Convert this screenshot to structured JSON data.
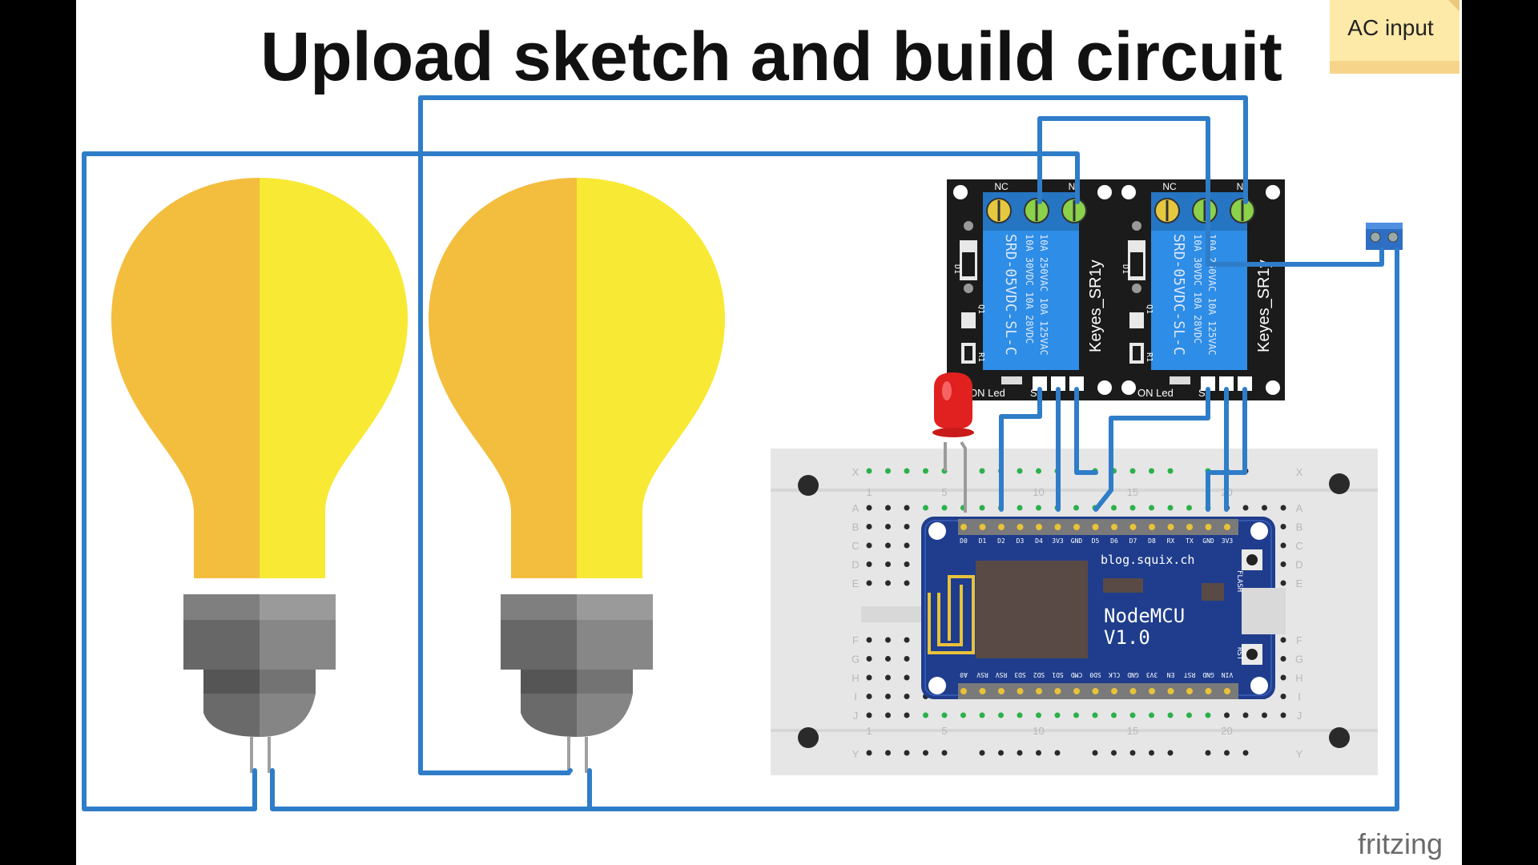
{
  "slide": {
    "title": "Upload sketch and build circuit",
    "sticky_note": "AC input",
    "watermark": "fritzing"
  },
  "colors": {
    "background": "#ffffff",
    "side_bars": "#000000",
    "wire": "#2f7dc8",
    "bulb_left": "#f3bd3e",
    "bulb_right": "#f8e934",
    "relay_board": "#1b1b1b",
    "relay_blue": "#2e8de6",
    "nodemcu": "#1f3d8c",
    "breadboard": "#e6e6e6",
    "sticky": "#fde9a8"
  },
  "components": {
    "relays": [
      {
        "pin_nc": "NC",
        "pin_no": "N",
        "model": "SRD-05VDC-SL-C",
        "rating_line1": "10A 250VAC 10A 125VAC",
        "rating_line2": "10A 30VDC 10A 28VDC",
        "brand": "Keyes_SR1y",
        "on_led": "ON Led",
        "signal": "S",
        "diode": "D1",
        "transistor": "Q1",
        "resistor": "R1"
      },
      {
        "pin_nc": "NC",
        "pin_no": "N",
        "model": "SRD-05VDC-SL-C",
        "rating_line1": "10A 250VAC 10A 125VAC",
        "rating_line2": "10A 30VDC 10A 28VDC",
        "brand": "Keyes_SR1y",
        "on_led": "ON Led",
        "signal": "S",
        "diode": "D1",
        "transistor": "Q1",
        "resistor": "R1"
      }
    ],
    "nodemcu": {
      "name": "NodeMCU",
      "version": "V1.0",
      "url": "blog.squix.ch",
      "flash": "FLASH",
      "rst": "RST",
      "top_pins": [
        "D0",
        "D1",
        "D2",
        "D3",
        "D4",
        "3V3",
        "GND",
        "D5",
        "D6",
        "D7",
        "D8",
        "RX",
        "TX",
        "GND",
        "3V3"
      ],
      "bottom_pins": [
        "A0",
        "RSV",
        "RSV",
        "SD3",
        "SD2",
        "SD1",
        "CMD",
        "SD0",
        "CLK",
        "GND",
        "3V3",
        "EN",
        "RST",
        "GND",
        "VIN"
      ]
    },
    "breadboard": {
      "row_letters_top": [
        "A",
        "B",
        "C",
        "D",
        "E"
      ],
      "row_letters_bottom": [
        "F",
        "G",
        "H",
        "I",
        "J"
      ],
      "rail_top": "X",
      "rail_bottom": "Y",
      "column_numbers": [
        "1",
        "5",
        "10",
        "15",
        "20"
      ]
    }
  }
}
